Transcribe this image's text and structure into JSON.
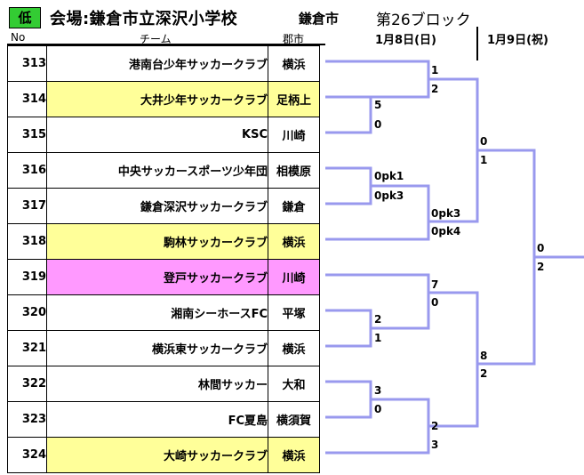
{
  "header": {
    "badge": "低",
    "venue": "会場:鎌倉市立深沢小学校",
    "venue_city": "鎌倉市",
    "block": "第26ブロック",
    "day1": "1月8日(日)",
    "day2": "1月9日(祝)",
    "col_no": "No",
    "col_team": "チーム",
    "col_city": "郡市"
  },
  "teams": [
    {
      "no": "313",
      "name": "港南台少年サッカークラブ",
      "city": "横浜",
      "highlight": "none"
    },
    {
      "no": "314",
      "name": "大井少年サッカークラブ",
      "city": "足柄上",
      "highlight": "yellow"
    },
    {
      "no": "315",
      "name": "KSC",
      "city": "川崎",
      "highlight": "none"
    },
    {
      "no": "316",
      "name": "中央サッカースポーツ少年団",
      "city": "相模原",
      "highlight": "none"
    },
    {
      "no": "317",
      "name": "鎌倉深沢サッカークラブ",
      "city": "鎌倉",
      "highlight": "none"
    },
    {
      "no": "318",
      "name": "駒林サッカークラブ",
      "city": "横浜",
      "highlight": "yellow"
    },
    {
      "no": "319",
      "name": "登戸サッカークラブ",
      "city": "川崎",
      "highlight": "pink"
    },
    {
      "no": "320",
      "name": "湘南シーホースFC",
      "city": "平塚",
      "highlight": "none"
    },
    {
      "no": "321",
      "name": "横浜東サッカークラブ",
      "city": "横浜",
      "highlight": "none"
    },
    {
      "no": "322",
      "name": "林間サッカー",
      "city": "大和",
      "highlight": "none"
    },
    {
      "no": "323",
      "name": "FC夏島",
      "city": "横須賀",
      "highlight": "none"
    },
    {
      "no": "324",
      "name": "大崎サッカークラブ",
      "city": "横浜",
      "highlight": "yellow"
    }
  ],
  "scores": {
    "s314_315_top": "5",
    "s314_315_bot": "0",
    "s313_w_top": "1",
    "s313_w_bot": "2",
    "s316_317_top": "0pk1",
    "s316_317_bot": "0pk3",
    "s317_318_top": "0pk3",
    "s317_318_bot": "0pk4",
    "sf_top_top": "0",
    "sf_top_bot": "1",
    "s320_321_top": "2",
    "s320_321_bot": "1",
    "s319_w_top": "7",
    "s319_w_bot": "0",
    "s322_323_top": "3",
    "s322_323_bot": "0",
    "s324_w_top": "2",
    "s324_w_bot": "3",
    "sf_bot_top": "8",
    "sf_bot_bot": "2",
    "final_top": "0",
    "final_bot": "2"
  },
  "colors": {
    "bracket": "#9999ee",
    "yellow": "#ffff99",
    "pink": "#ff99ff",
    "badge": "#33cc33"
  }
}
